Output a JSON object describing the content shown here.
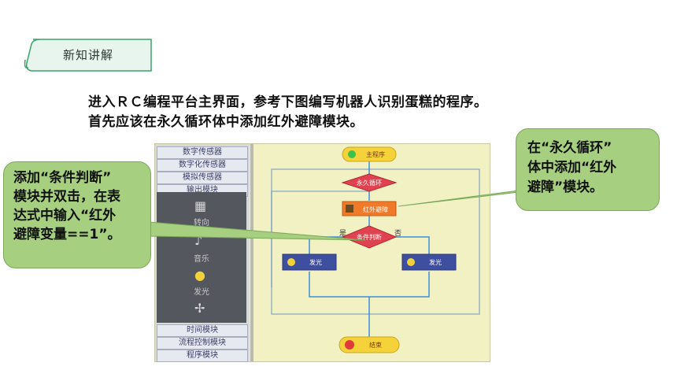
{
  "tag": {
    "label": "新知讲解",
    "color": "#e8f4ee",
    "stroke": "#3aa36a"
  },
  "paragraph": {
    "line1": "进入ＲＣ编程平台主界面，参考下图编写机器人识别蛋糕的程序。",
    "line2": "首先应该在永久循环体中添加红外避障模块。"
  },
  "palette": {
    "items_top": [
      "数字传感器",
      "数字化传感器",
      "模拟传感器",
      "输出模块"
    ],
    "icons": [
      {
        "icon": "motor-icon",
        "label": "转向"
      },
      {
        "icon": "music-icon",
        "label": "音乐"
      },
      {
        "icon": "bulb-icon",
        "label": "发光"
      },
      {
        "icon": "fan-icon",
        "label": ""
      }
    ],
    "items_bottom": [
      "时间模块",
      "流程控制模块",
      "程序模块"
    ]
  },
  "flow": {
    "start": "主程序",
    "loop": "永久循环",
    "ir": "红外避障",
    "condition": "条件判断",
    "yes": "是",
    "no": "否",
    "left_action": "发光",
    "right_action": "发光",
    "end": "结束"
  },
  "callout_right": {
    "lines": [
      "在“永久循环”",
      "体中添加“红外",
      "避障”模块。"
    ]
  },
  "callout_left": {
    "lines": [
      "添加“条件判断”",
      "模块并双击，在表",
      "达式中输入“红外",
      "避障变量==1”。"
    ]
  },
  "colors": {
    "callout": "#a6cf7f",
    "flow_line": "#3c8fd8",
    "diamond": "#e0434f",
    "action": "#3f4fa0",
    "canvas": "#f1f1c4"
  }
}
